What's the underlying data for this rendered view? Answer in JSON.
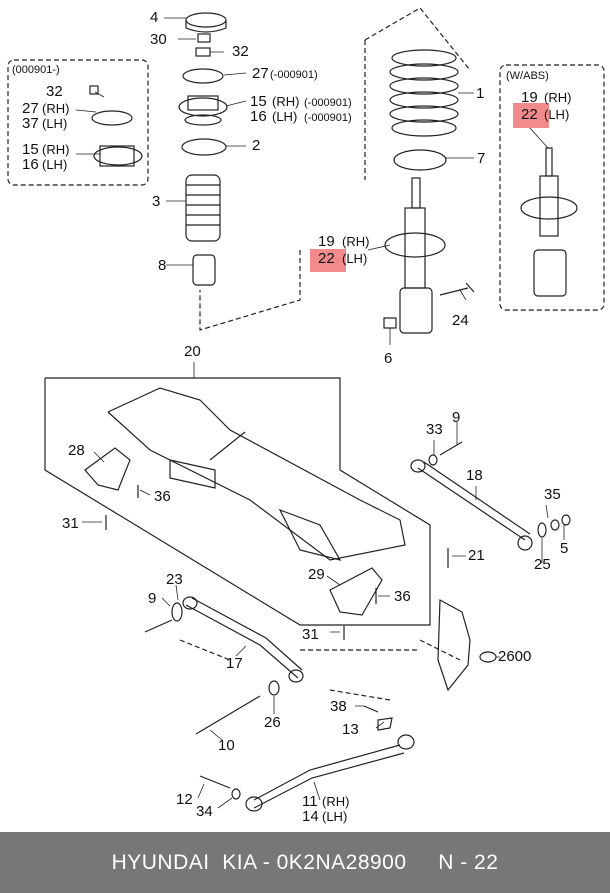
{
  "callouts": {
    "c4": "4",
    "c30": "30",
    "c32": "32",
    "c27": "27",
    "c27_note": "(-000901)",
    "c15": "15",
    "c15_rh": "(RH)",
    "c15_note": "(-000901)",
    "c16": "16",
    "c16_lh": "(LH)",
    "c16_note": "(-000901)",
    "c2": "2",
    "c3": "3",
    "c8": "8",
    "c1": "1",
    "c7": "7",
    "c19": "19",
    "c19_rh": "(RH)",
    "c22": "22",
    "c22_lh": "(LH)",
    "c24": "24",
    "c6": "6",
    "c20": "20",
    "c28": "28",
    "c36a": "36",
    "c31a": "31",
    "c33": "33",
    "c9a": "9",
    "c18": "18",
    "c35": "35",
    "c25": "25",
    "c5": "5",
    "c21": "21",
    "c29": "29",
    "c36b": "36",
    "c31b": "31",
    "c23": "23",
    "c9b": "9",
    "c17": "17",
    "c2600": "2600",
    "c26": "26",
    "c10": "10",
    "c38": "38",
    "c13": "13",
    "c12": "12",
    "c34": "34",
    "c11": "11",
    "c11_rh": "(RH)",
    "c14": "14",
    "c14_lh": "(LH)"
  },
  "inset_left": {
    "title": "(000901-)",
    "c32": "32",
    "c27": "27",
    "c27_rh": "(RH)",
    "c37": "37",
    "c37_lh": "(LH)",
    "c15": "15",
    "c15_rh": "(RH)",
    "c16": "16",
    "c16_lh": "(LH)"
  },
  "inset_right": {
    "title": "(W/ABS)",
    "c19": "19",
    "c19_rh": "(RH)",
    "c22": "22",
    "c22_lh": "(LH)"
  },
  "colors": {
    "highlight": "#f28b8b",
    "footer_bg": "#777777",
    "line": "#222222"
  },
  "footer": {
    "text": "HYUNDAI  KIA - 0K2NA28900     N - 22"
  }
}
